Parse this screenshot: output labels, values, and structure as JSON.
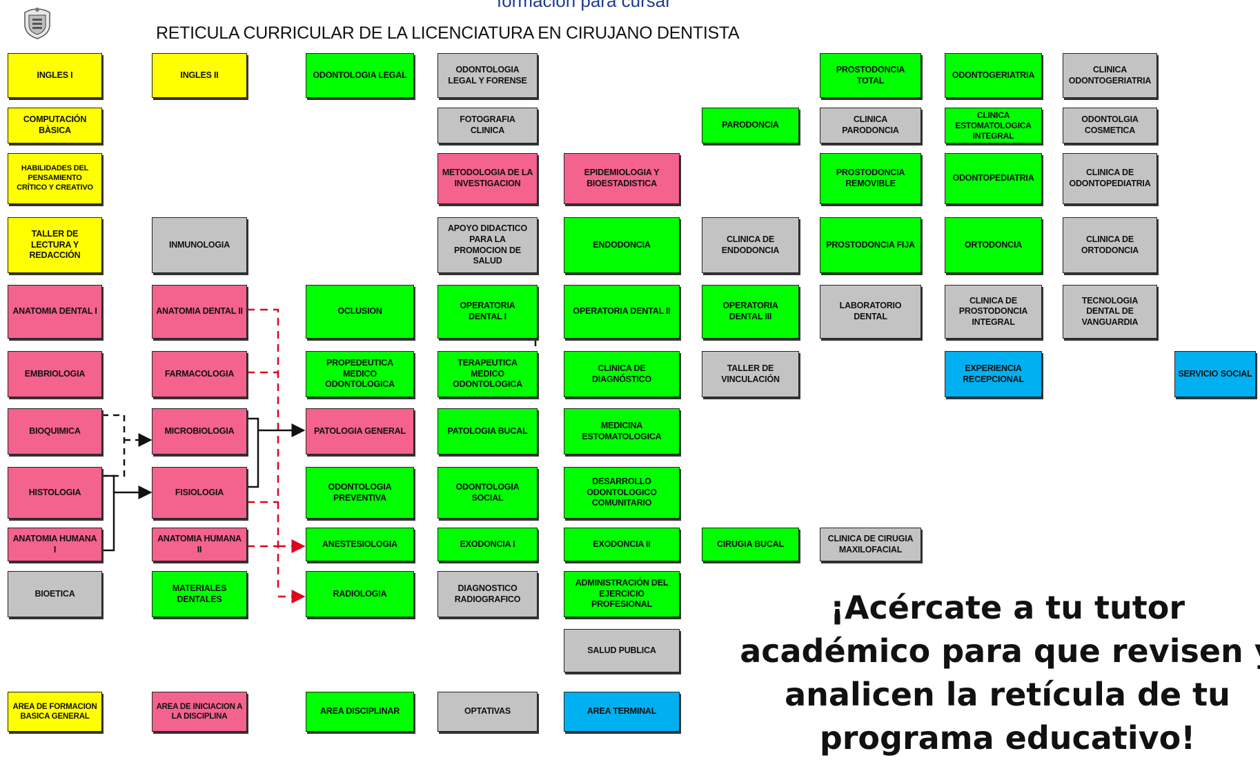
{
  "header": {
    "top_cut_text": "formación para cursar",
    "title": "RETICULA CURRICULAR DE LA LICENCIATURA EN CIRUJANO DENTISTA"
  },
  "colors": {
    "yellow": "#ffff00",
    "pink": "#f4628e",
    "green": "#00ff00",
    "gray": "#c3c3c3",
    "blue": "#00b0f0",
    "dashed_red": "#e0001b"
  },
  "subjects": {
    "ingles_1": "INGLES I",
    "computacion_basica": "COMPUTACIÓN\nBÀSICA",
    "habilidades": "HABILIDADES DEL\nPENSAMIENTO\nCRÍTICO Y CREATIVO",
    "taller_lectura": "TALLER DE\nLECTURA Y\nREDACCIÓN",
    "anatomia_dental_1": "ANATOMIA DENTAL I",
    "embriologia": "EMBRIOLOGIA",
    "bioquimica": "BIOQUIMICA",
    "histologia": "HISTOLOGIA",
    "anatomia_humana_1": "ANATOMIA HUMANA\nI",
    "bioetica": "BIOETICA",
    "ingles_2": "INGLES II",
    "inmunologia": "INMUNOLOGIA",
    "anatomia_dental_2": "ANATOMIA DENTAL II",
    "farmacologia": "FARMACOLOGIA",
    "microbiologia": "MICROBIOLOGIA",
    "fisiologia": "FISIOLOGIA",
    "anatomia_humana_2": "ANATOMIA HUMANA\nII",
    "materiales_dentales": "MATERIALES\nDENTALES",
    "odontologia_legal": "ODONTOLOGIA LEGAL",
    "oclusion": "OCLUSION",
    "propedeutica": "PROPEDEUTICA\nMEDICO\nODONTOLOGICA",
    "patologia_general": "PATOLOGIA GENERAL",
    "odontologia_preventiva": "ODONTOLOGIA\nPREVENTIVA",
    "anestesiologia": "ANESTESIOLOGIA",
    "radiologia": "RADIOLOGIA",
    "odontologia_legal_forense": "ODONTOLOGIA\nLEGAL Y FORENSE",
    "fotografia_clinica": "FOTOGRAFIA\nCLINICA",
    "metodologia": "METODOLOGIA DE LA\nINVESTIGACION",
    "apoyo_didactico": "APOYO DIDACTICO\nPARA LA\nPROMOCION DE\nSALUD",
    "operatoria_dental_1": "OPERATORIA\nDENTAL I",
    "terapeutica": "TERAPEUTICA\nMEDICO\nODONTOLOGICA",
    "patologia_bucal": "PATOLOGIA BUCAL",
    "odontologia_social": "ODONTOLOGIA\nSOCIAL",
    "exodoncia_1": "EXODONCIA I",
    "diagnostico_radiografico": "DIAGNOSTICO\nRADIOGRAFICO",
    "epidemiologia": "EPIDEMIOLOGIA Y\nBIOESTADISTICA",
    "endodoncia": "ENDODONCIA",
    "operatoria_dental_2": "OPERATORIA DENTAL II",
    "clinica_diagnostico": "CLINICA DE\nDIAGNÓSTICO",
    "medicina_estomatologica": "MEDICINA\nESTOMATOLOGICA",
    "desarrollo_comunitario": "DESARROLLO\nODONTOLOGICO\nCOMUNITARIO",
    "exodoncia_2": "EXODONCIA II",
    "administracion": "ADMINISTRACIÓN DEL\nEJERCICIO\nPROFESIONAL",
    "salud_publica": "SALUD PUBLICA",
    "parodoncia": "PARODONCIA",
    "clinica_endodoncia": "CLINICA DE\nENDODONCIA",
    "operatoria_dental_3": "OPERATORIA\nDENTAL III",
    "taller_vinculacion": "TALLER DE\nVINCULACIÓN",
    "cirugia_bucal": "CIRUGIA BUCAL",
    "prostodoncia_total": "PROSTODONCIA\nTOTAL",
    "clinica_parodoncia": "CLINICA\nPARODONCIA",
    "prostodoncia_removible": "PROSTODONCIA\nREMOVIBLE",
    "prostodoncia_fija": "PROSTODONCIA FIJA",
    "laboratorio_dental": "LABORATORIO\nDENTAL",
    "clinica_cirugia_maxilofacial": "CLINICA DE CIRUGIA\nMAXILOFACIAL",
    "odontogeriatria": "ODONTOGERIATRIA",
    "clinica_estomatologica": "CLINICA\nESTOMATOLOGICA\nINTEGRAL",
    "odontopediatria": "ODONTOPEDIATRIA",
    "ortodoncia": "ORTODONCIA",
    "clinica_prostodoncia_integral": "CLINICA DE\nPROSTODONCIA\nINTEGRAL",
    "experiencia_recepcional": "EXPERIENCIA\nRECEPCIONAL",
    "clinica_odontogeriatria": "CLINICA\nODONTOGERIATRIA",
    "odontologia_cosmetica": "ODONTOLGIA\nCOSMETICA",
    "clinica_odontopediatria": "CLINICA DE\nODONTOPEDIATRIA",
    "clinica_ortodoncia": "CLINICA DE\nORTODONCIA",
    "tecnologia_vanguardia": "TECNOLOGIA\nDENTAL DE\nVANGUARDIA",
    "servicio_social": "SERVICIO SOCIAL"
  },
  "legend": {
    "basica_general": "AREA DE FORMACION\nBASICA GENERAL",
    "iniciacion_disciplina": "AREA DE INICIACION A\nLA DISCIPLINA",
    "disciplinar": "AREA DISCIPLINAR",
    "optativas": "OPTATIVAS",
    "terminal": "AREA TERMINAL"
  },
  "message": {
    "line1": "¡Acércate a tu tutor",
    "line2": "académico para que revisen y",
    "line3": "analicen la retícula de tu",
    "line4": "programa educativo!"
  }
}
